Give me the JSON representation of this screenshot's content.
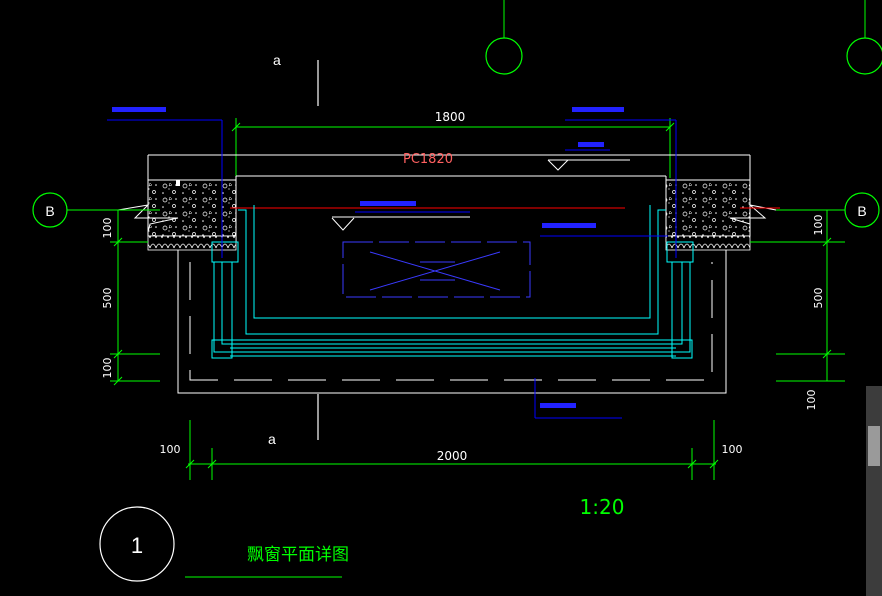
{
  "drawing": {
    "axis_b_left": "B",
    "axis_b_right": "B",
    "section_a_top": "a",
    "section_a_bottom": "a",
    "dim_top": "1800",
    "dim_bottom": "2000",
    "dim_bottom_left": "100",
    "dim_bottom_right": "100",
    "dim_left": [
      "100",
      "500",
      "100"
    ],
    "dim_right": [
      "100",
      "500",
      "100"
    ],
    "window_code": "PC1820",
    "scale": "1:20",
    "detail_number": "1",
    "detail_title": "飘窗平面详图"
  },
  "colors": {
    "background": "#000000",
    "dimension": "#00ff00",
    "axis": "#00ff00",
    "wall": "#ffffff",
    "window_frame": "#00ffff",
    "annotation": "#0000ff",
    "window_code": "#ff6060",
    "red_line": "#ff0000"
  }
}
